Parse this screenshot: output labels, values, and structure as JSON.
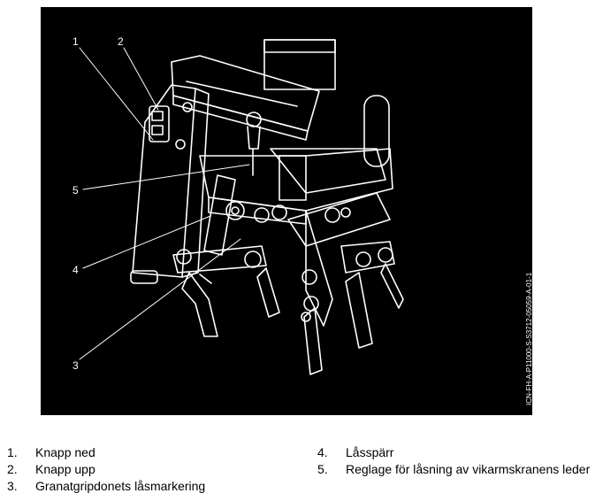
{
  "figure": {
    "callouts": [
      {
        "number": "1"
      },
      {
        "number": "2"
      },
      {
        "number": "3"
      },
      {
        "number": "4"
      },
      {
        "number": "5"
      }
    ],
    "document_code": "ICN-FH-A-P11000-S-S3712-05059-A-01-1",
    "colors": {
      "background": "#000000",
      "line": "#ffffff"
    }
  },
  "legend": {
    "left": [
      {
        "number": "1.",
        "text": "Knapp ned"
      },
      {
        "number": "2.",
        "text": "Knapp upp"
      },
      {
        "number": "3.",
        "text": "Granatgripdonets låsmarkering"
      }
    ],
    "right": [
      {
        "number": "4.",
        "text": "Låsspärr"
      },
      {
        "number": "5.",
        "text": "Reglage för låsning av vikarmskranens leder"
      }
    ]
  }
}
